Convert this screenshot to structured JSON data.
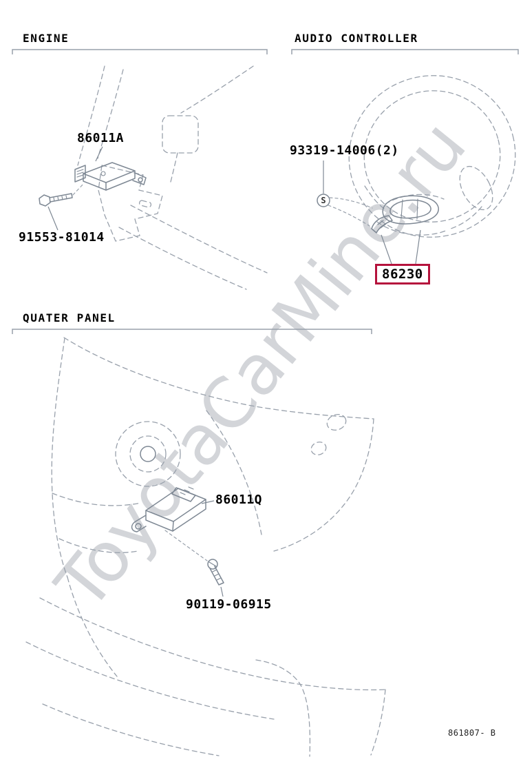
{
  "watermark": "ToyotaCarMine.ru",
  "doc_number": "861807- B",
  "sections": {
    "engine": {
      "title": "ENGINE",
      "part_amplifier": "86011A",
      "part_bolt": "91553-81014"
    },
    "audio_controller": {
      "title": "AUDIO CONTROLLER",
      "part_screw": "93319-14006(2)",
      "screw_symbol": "S",
      "part_switch": "86230",
      "part_switch_highlighted": true
    },
    "quarter_panel": {
      "title": "QUATER PANEL",
      "part_amplifier": "86011Q",
      "part_screw": "90119-06915"
    }
  },
  "colors": {
    "highlight": "#b5123c",
    "line": "#98a0ab",
    "line_dark": "#7e8894",
    "watermark": "#d3d5d9"
  }
}
